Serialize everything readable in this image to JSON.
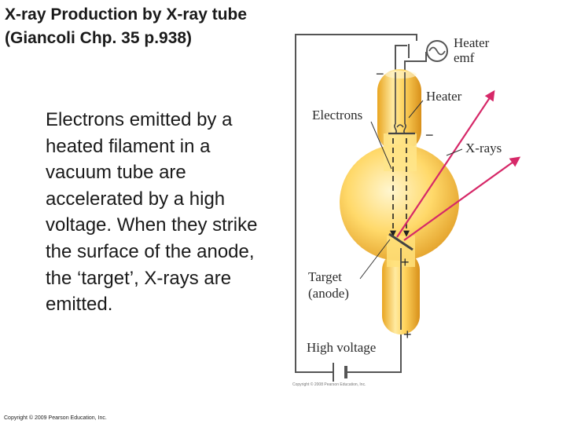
{
  "title": {
    "line1": "X-ray Production by X-ray tube",
    "line2": "(Giancoli Chp. 35 p.938)"
  },
  "body_text": "Electrons emitted by a heated filament in a vacuum tube are accelerated by a high voltage. When they strike the surface of the anode, the ‘target’, X-rays are emitted.",
  "copyright": "Copyright © 2009 Pearson Education, Inc.",
  "diagram": {
    "labels": {
      "heater_emf_1": "Heater",
      "heater_emf_2": "emf",
      "heater": "Heater",
      "electrons": "Electrons",
      "xrays": "X-rays",
      "target_1": "Target",
      "target_2": "(anode)",
      "high_voltage": "High voltage",
      "minus_top": "−",
      "minus_filament": "−",
      "plus_target": "+",
      "plus_bottom": "+"
    },
    "copyright_small": "Copyright © 2008 Pearson Education, Inc.",
    "colors": {
      "tube_light": "#fff1b8",
      "tube_mid": "#ffd45e",
      "tube_dark": "#e9a520",
      "xray_ray": "#d62868",
      "wire": "#555555"
    }
  }
}
